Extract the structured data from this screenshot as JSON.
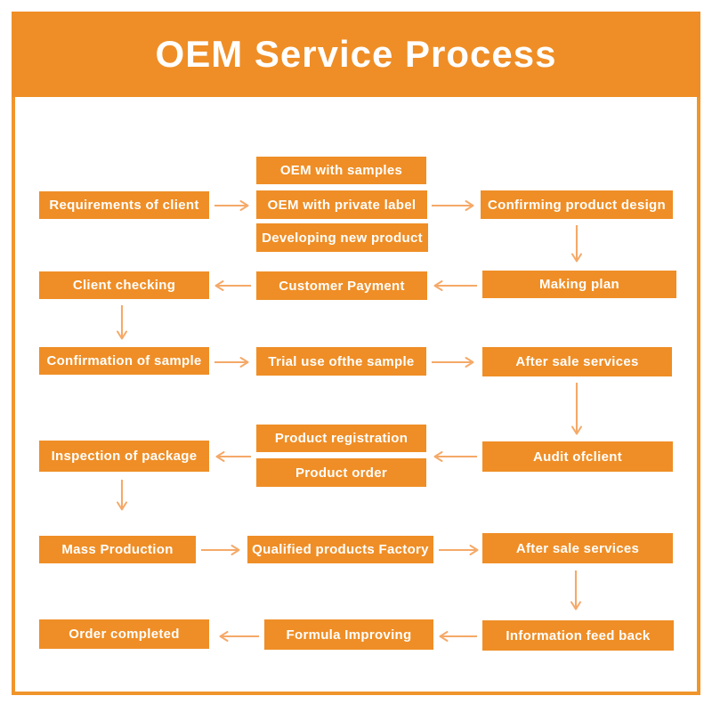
{
  "header": {
    "title": "OEM Service Process"
  },
  "theme": {
    "box_color": "#EF8E26",
    "arrow_color": "#F5A968",
    "border_color": "#F0952B",
    "text_color": "#FFFFFF"
  },
  "flowchart": {
    "nodes": [
      {
        "id": "requirements-of-client",
        "label": "Requirements of client"
      },
      {
        "id": "oem-with-samples",
        "label": "OEM with samples"
      },
      {
        "id": "oem-with-private-label",
        "label": "OEM with private label"
      },
      {
        "id": "developing-new-product",
        "label": "Developing new product"
      },
      {
        "id": "confirming-product-design",
        "label": "Confirming product design"
      },
      {
        "id": "making-plan",
        "label": "Making plan"
      },
      {
        "id": "customer-payment",
        "label": "Customer Payment"
      },
      {
        "id": "client-checking",
        "label": "Client checking"
      },
      {
        "id": "confirmation-of-sample",
        "label": "Confirmation of sample"
      },
      {
        "id": "trial-use-of-the-sample",
        "label": "Trial use ofthe sample"
      },
      {
        "id": "after-sale-services-1",
        "label": "After sale services"
      },
      {
        "id": "audit-of-client",
        "label": "Audit ofclient"
      },
      {
        "id": "product-registration",
        "label": "Product registration"
      },
      {
        "id": "product-order",
        "label": "Product order"
      },
      {
        "id": "inspection-of-package",
        "label": "Inspection of package"
      },
      {
        "id": "mass-production",
        "label": "Mass Production"
      },
      {
        "id": "qualified-products-factory",
        "label": "Qualified products Factory"
      },
      {
        "id": "after-sale-services-2",
        "label": "After sale services"
      },
      {
        "id": "information-feed-back",
        "label": "Information feed back"
      },
      {
        "id": "formula-improving",
        "label": "Formula Improving"
      },
      {
        "id": "order-completed",
        "label": "Order completed"
      }
    ]
  }
}
